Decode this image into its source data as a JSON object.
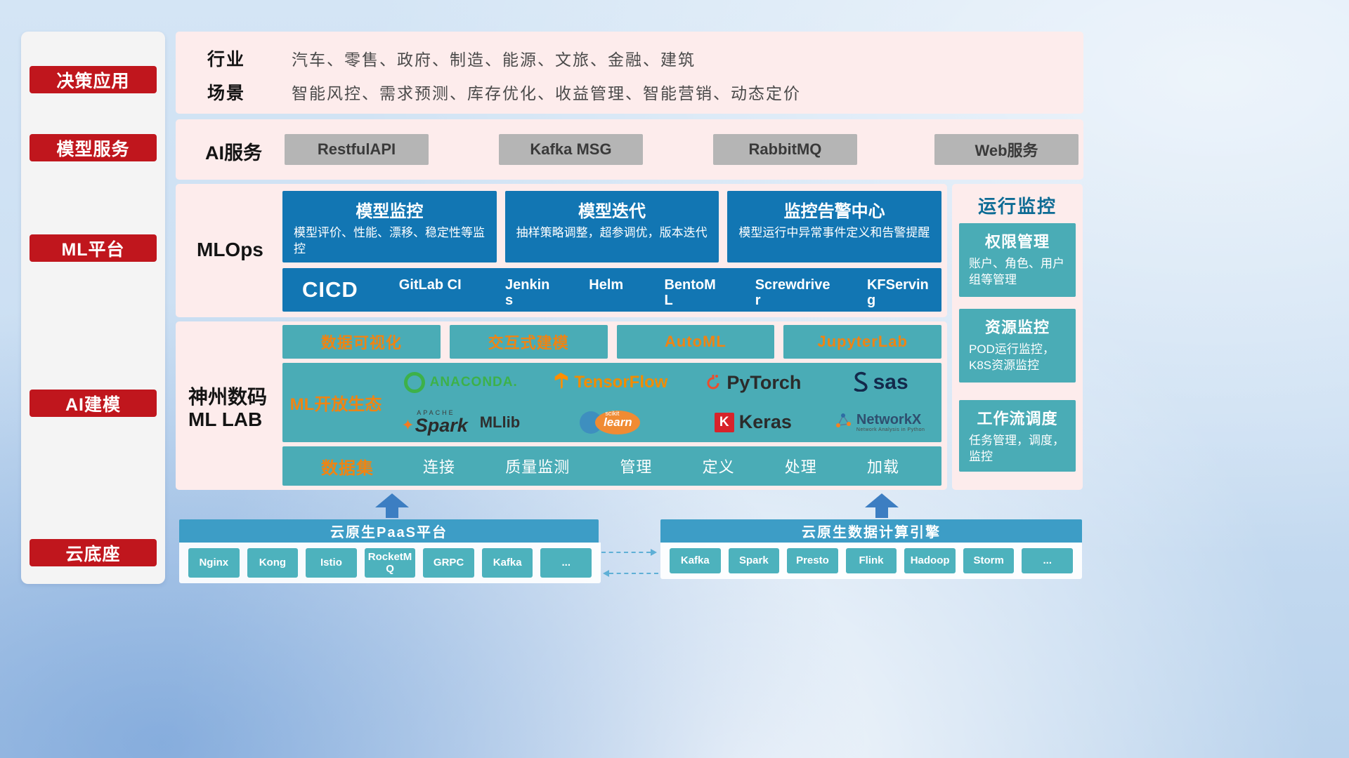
{
  "sidebar": {
    "items": [
      "决策应用",
      "模型服务",
      "ML平台",
      "AI建模",
      "云底座"
    ]
  },
  "industry": {
    "rows": [
      {
        "label": "行业",
        "text": "汽车、零售、政府、制造、能源、文旅、金融、建筑"
      },
      {
        "label": "场景",
        "text": "智能风控、需求预测、库存优化、收益管理、智能营销、动态定价"
      }
    ]
  },
  "ai_service": {
    "label": "AI服务",
    "items": [
      "RestfulAPI",
      "Kafka MSG",
      "RabbitMQ",
      "Web服务"
    ]
  },
  "mlops": {
    "label": "MLOps",
    "cards": [
      {
        "title": "模型监控",
        "desc": "模型评价、性能、漂移、稳定性等监控"
      },
      {
        "title": "模型迭代",
        "desc": "抽样策略调整，超参调优，版本迭代"
      },
      {
        "title": "监控告警中心",
        "desc": "模型运行中异常事件定义和告警提醒"
      }
    ],
    "cicd_label": "CICD",
    "cicd_items": [
      "GitLab CI",
      "Jenkins",
      "Helm",
      "BentoML",
      "Screwdriver",
      "KFServing"
    ]
  },
  "mllab": {
    "label_line1": "神州数码",
    "label_line2": "ML LAB",
    "tools": [
      "数据可视化",
      "交互式建模",
      "AutoML",
      "JupyterLab"
    ],
    "ecosystem_label": "ML开放生态",
    "logos": {
      "anaconda": "ANACONDA.",
      "tensorflow": "TensorFlow",
      "pytorch": "PyTorch",
      "sas": "sas",
      "apache": "APACHE",
      "spark": "Spark",
      "mllib": "MLlib",
      "scikit": "scikit",
      "learn": "learn",
      "keras_k": "K",
      "keras": "Keras",
      "networkx": "NetworkX",
      "networkx_sub": "Network Analysis in Python"
    },
    "dataset_label": "数据集",
    "dataset_items": [
      "连接",
      "质量监测",
      "管理",
      "定义",
      "处理",
      "加载"
    ]
  },
  "monitor": {
    "title": "运行监控",
    "cards": [
      {
        "title": "权限管理",
        "desc": "账户、角色、用户组等管理"
      },
      {
        "title": "资源监控",
        "desc": "POD运行监控，K8S资源监控"
      },
      {
        "title": "工作流调度",
        "desc": "任务管理，调度，监控"
      }
    ]
  },
  "cloud": {
    "paas": {
      "title": "云原生PaaS平台",
      "items": [
        "Nginx",
        "Kong",
        "Istio",
        "RocketMQ",
        "GRPC",
        "Kafka",
        "..."
      ]
    },
    "engine": {
      "title": "云原生数据计算引擎",
      "items": [
        "Kafka",
        "Spark",
        "Presto",
        "Flink",
        "Hadoop",
        "Storm",
        "..."
      ]
    }
  },
  "colors": {
    "accent_red": "#c0161d",
    "panel_pink": "#fdecec",
    "primary_blue": "#1276b3",
    "teal": "#4aacb6",
    "orange": "#ef8413",
    "header_blue": "#3d9dc6",
    "arrow_blue": "#3c7ec2"
  }
}
